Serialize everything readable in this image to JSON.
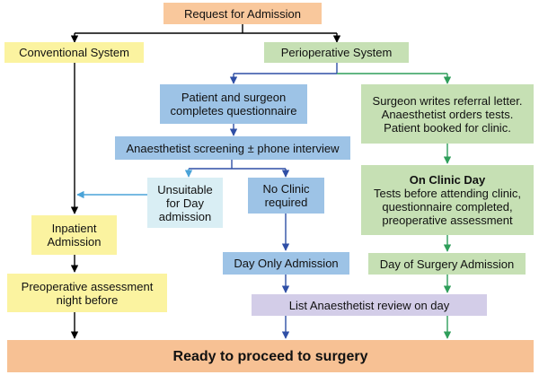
{
  "nodes": {
    "request": "Request for Admission",
    "conventional": "Conventional System",
    "perioperative": "Perioperative System",
    "questionnaire": "Patient and surgeon completes questionnaire",
    "screening": "Anaesthetist screening ± phone interview",
    "referral": "Surgeon writes referral letter. Anaesthetist orders tests. Patient booked for clinic.",
    "unsuitable": "Unsuitable for Day admission",
    "no_clinic": "No Clinic required",
    "clinic_day_title": "On Clinic Day",
    "clinic_day_body": "Tests before attending clinic, questionnaire completed, preoperative assessment",
    "inpatient": "Inpatient Admission",
    "day_only": "Day Only Admission",
    "day_of_surgery": "Day of Surgery Admission",
    "preop_night": "Preoperative assessment night before",
    "list_review": "List Anaesthetist review on day",
    "ready": "Ready to proceed to surgery"
  },
  "colors": {
    "black_arrow": "#000000",
    "blue_arrow": "#2f4fa6",
    "green_arrow": "#2e9e5a",
    "lightblue_arrow": "#4aa3d8"
  }
}
